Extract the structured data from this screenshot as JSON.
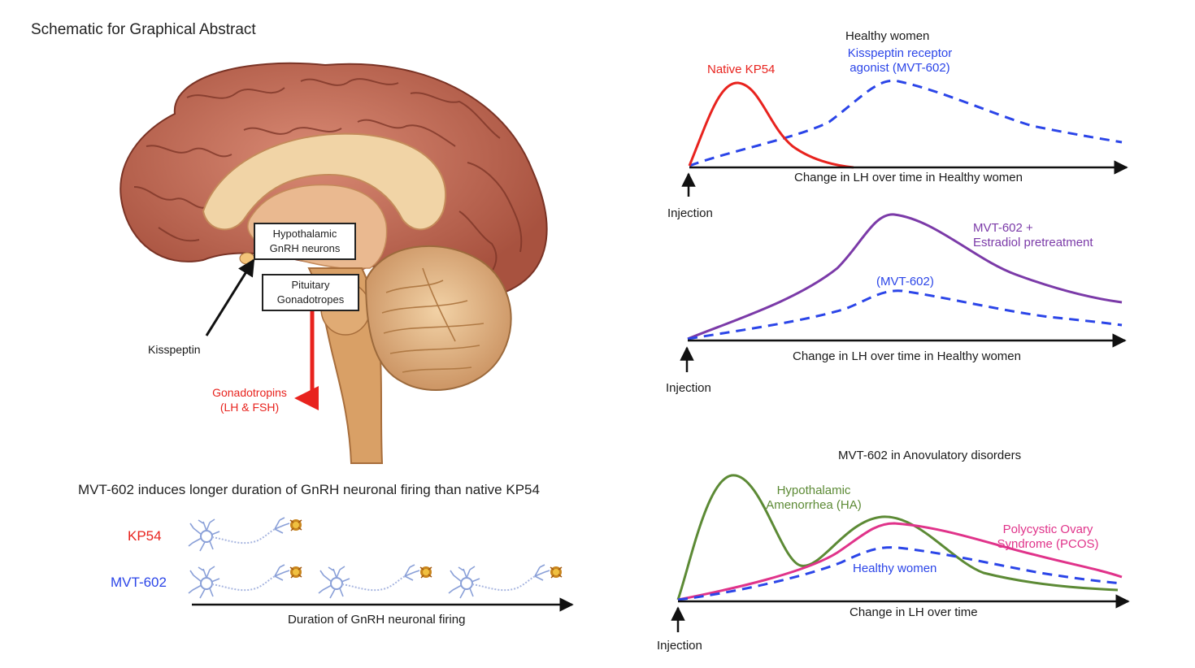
{
  "title": "Schematic for Graphical Abstract",
  "brain": {
    "hypothalamic_line1": "Hypothalamic",
    "hypothalamic_line2": "GnRH neurons",
    "pituitary_line1": "Pituitary",
    "pituitary_line2": "Gonadotropes",
    "kisspeptin": "Kisspeptin",
    "gonadotropins_line1": "Gonadotropins",
    "gonadotropins_line2": "(LH & FSH)"
  },
  "firing": {
    "title": "MVT-602 induces longer duration of GnRH neuronal firing than native KP54",
    "kp54_label": "KP54",
    "mvt_label": "MVT-602",
    "axis_label": "Duration of GnRH neuronal firing",
    "kp54_neurons": 1,
    "mvt_neurons": 3
  },
  "panel1": {
    "title": "Healthy women",
    "native_label": "Native KP54",
    "agonist_line1": "Kisspeptin receptor",
    "agonist_line2": "agonist (MVT-602)",
    "axis_label": "Change in LH over time in Healthy women",
    "injection": "Injection"
  },
  "panel2": {
    "estradiol_line1": "MVT-602 +",
    "estradiol_line2": "Estradiol pretreatment",
    "mvt_label": "(MVT-602)",
    "axis_label": "Change in LH over time in Healthy women",
    "injection": "Injection"
  },
  "panel3": {
    "title": "MVT-602 in Anovulatory disorders",
    "ha_line1": "Hypothalamic",
    "ha_line2": "Amenorrhea (HA)",
    "pcos_line1": "Polycystic Ovary",
    "pcos_line2": "Syndrome (PCOS)",
    "healthy_label": "Healthy women",
    "axis_label": "Change in LH over time",
    "injection": "Injection"
  },
  "colors": {
    "red": "#e8231e",
    "blue": "#2b45e8",
    "purple": "#7b3aa8",
    "green": "#5c8a35",
    "pink": "#e0338a",
    "neuron": "#8aa0d8"
  }
}
